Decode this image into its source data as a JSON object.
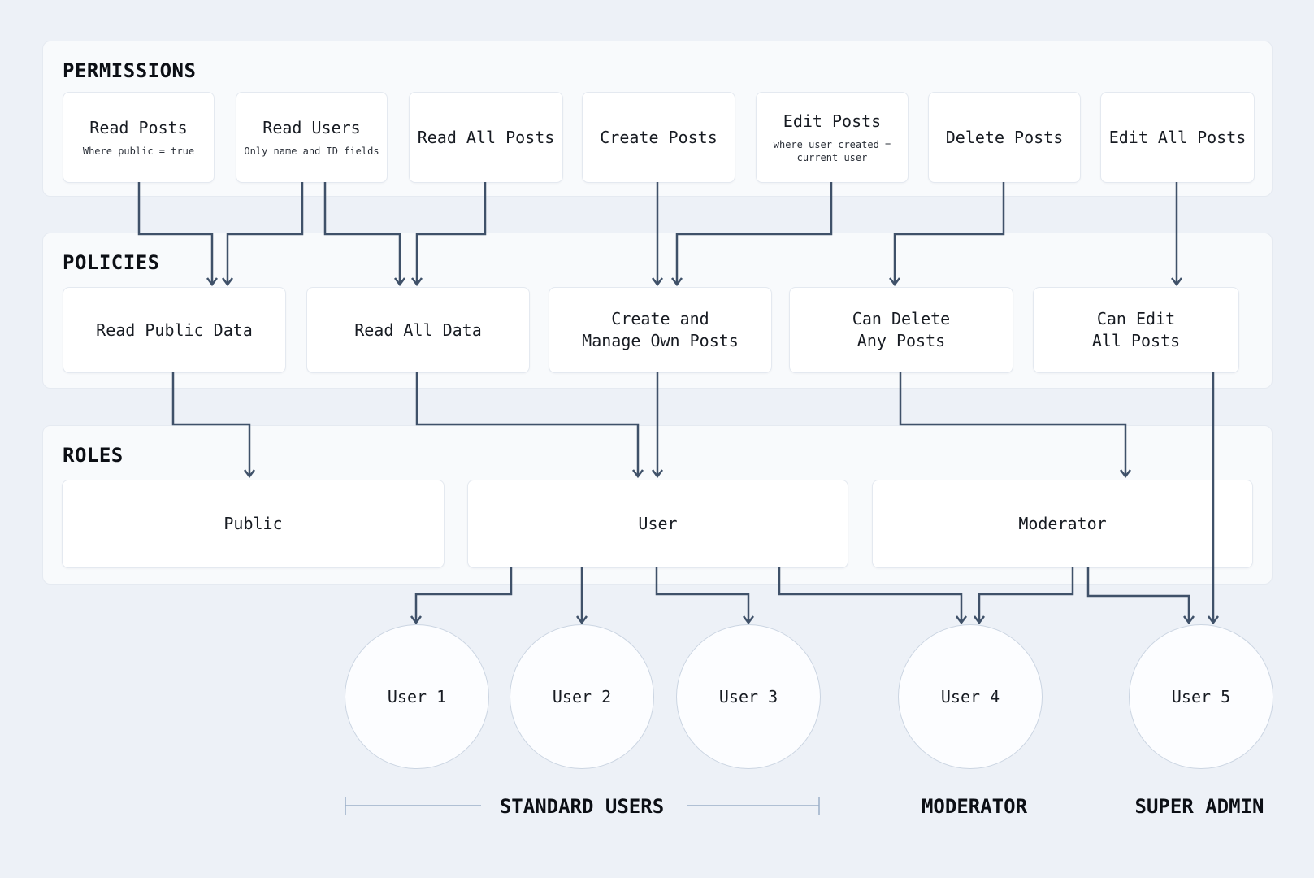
{
  "sections": {
    "permissions": {
      "title": "PERMISSIONS",
      "boxes": [
        {
          "id": "read-posts",
          "label": "Read Posts",
          "sublabel": "Where public = true"
        },
        {
          "id": "read-users",
          "label": "Read Users",
          "sublabel": "Only name and ID fields"
        },
        {
          "id": "read-all-posts",
          "label": "Read All Posts",
          "sublabel": ""
        },
        {
          "id": "create-posts",
          "label": "Create Posts",
          "sublabel": ""
        },
        {
          "id": "edit-posts",
          "label": "Edit Posts",
          "sublabel": "where user_created =\ncurrent_user"
        },
        {
          "id": "delete-posts",
          "label": "Delete Posts",
          "sublabel": ""
        },
        {
          "id": "edit-all-posts",
          "label": "Edit All Posts",
          "sublabel": ""
        }
      ]
    },
    "policies": {
      "title": "POLICIES",
      "boxes": [
        {
          "id": "read-public-data",
          "label": "Read Public Data"
        },
        {
          "id": "read-all-data",
          "label": "Read All Data"
        },
        {
          "id": "create-manage-own",
          "label": "Create and\nManage Own Posts"
        },
        {
          "id": "can-delete-any",
          "label": "Can Delete\nAny Posts"
        },
        {
          "id": "can-edit-all",
          "label": "Can Edit\nAll Posts"
        }
      ]
    },
    "roles": {
      "title": "ROLES",
      "boxes": [
        {
          "id": "public",
          "label": "Public"
        },
        {
          "id": "user",
          "label": "User"
        },
        {
          "id": "moderator",
          "label": "Moderator"
        }
      ]
    }
  },
  "users": [
    {
      "id": "user-1",
      "label": "User 1"
    },
    {
      "id": "user-2",
      "label": "User 2"
    },
    {
      "id": "user-3",
      "label": "User 3"
    },
    {
      "id": "user-4",
      "label": "User 4"
    },
    {
      "id": "user-5",
      "label": "User 5"
    }
  ],
  "group_labels": [
    {
      "id": "standard-users",
      "label": "STANDARD USERS"
    },
    {
      "id": "moderator-group",
      "label": "MODERATOR"
    },
    {
      "id": "super-admin",
      "label": "SUPER ADMIN"
    }
  ],
  "edges": [
    {
      "from": "read-posts",
      "to": "read-public-data"
    },
    {
      "from": "read-users",
      "to": "read-public-data"
    },
    {
      "from": "read-users",
      "to": "read-all-data"
    },
    {
      "from": "read-all-posts",
      "to": "read-all-data"
    },
    {
      "from": "create-posts",
      "to": "create-manage-own"
    },
    {
      "from": "edit-posts",
      "to": "create-manage-own"
    },
    {
      "from": "delete-posts",
      "to": "can-delete-any"
    },
    {
      "from": "edit-all-posts",
      "to": "can-edit-all"
    },
    {
      "from": "read-public-data",
      "to": "public"
    },
    {
      "from": "read-all-data",
      "to": "user"
    },
    {
      "from": "create-manage-own",
      "to": "user"
    },
    {
      "from": "can-delete-any",
      "to": "moderator"
    },
    {
      "from": "can-edit-all",
      "to": "user-5"
    },
    {
      "from": "user",
      "to": "user-1"
    },
    {
      "from": "user",
      "to": "user-2"
    },
    {
      "from": "user",
      "to": "user-3"
    },
    {
      "from": "user",
      "to": "user-4"
    },
    {
      "from": "moderator",
      "to": "user-4"
    },
    {
      "from": "moderator",
      "to": "user-5"
    }
  ],
  "colors": {
    "background": "#edf1f7",
    "panel": "#f8fafc",
    "panel_border": "#e5eaf1",
    "node_border": "#e4e9f0",
    "connector": "#3f5169",
    "bracket": "#9bafc9",
    "text": "#171b22"
  }
}
